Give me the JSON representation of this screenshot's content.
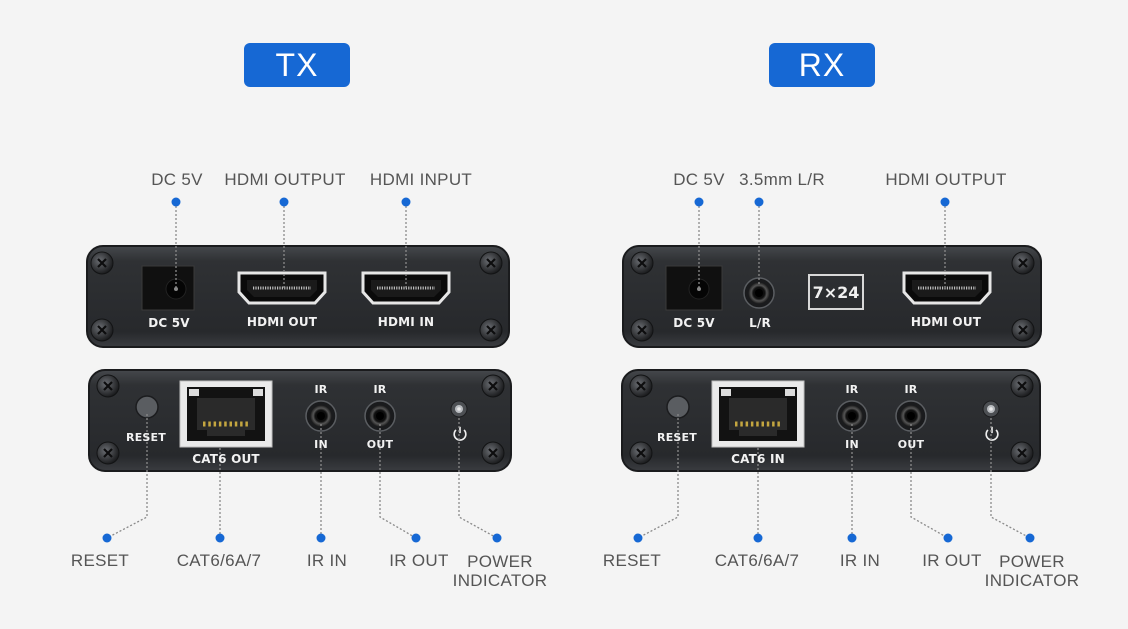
{
  "panels": {
    "tx": {
      "title": "TX",
      "top_callouts": {
        "dc": "DC 5V",
        "hdmi_output": "HDMI OUTPUT",
        "hdmi_input": "HDMI INPUT"
      },
      "front_labels": {
        "dc": "DC 5V",
        "hdmi_out": "HDMI OUT",
        "hdmi_in": "HDMI IN"
      },
      "back_labels": {
        "reset": "RESET",
        "cat6": "CAT6 OUT",
        "ir_in_top": "IR",
        "ir_in_bottom": "IN",
        "ir_out_top": "IR",
        "ir_out_bottom": "OUT"
      },
      "bottom_callouts": {
        "reset": "RESET",
        "cat": "CAT6/6A/7",
        "ir_in": "IR IN",
        "ir_out": "IR OUT",
        "power_line1": "POWER",
        "power_line2": "INDICATOR"
      }
    },
    "rx": {
      "title": "RX",
      "top_callouts": {
        "dc": "DC 5V",
        "audio": "3.5mm L/R",
        "hdmi_output": "HDMI OUTPUT"
      },
      "front_labels": {
        "dc": "DC 5V",
        "lr": "L/R",
        "badge": "7×24",
        "hdmi_out": "HDMI OUT"
      },
      "back_labels": {
        "reset": "RESET",
        "cat6": "CAT6 IN",
        "ir_in_top": "IR",
        "ir_in_bottom": "IN",
        "ir_out_top": "IR",
        "ir_out_bottom": "OUT"
      },
      "bottom_callouts": {
        "reset": "RESET",
        "cat": "CAT6/6A/7",
        "ir_in": "IR IN",
        "ir_out": "IR OUT",
        "power_line1": "POWER",
        "power_line2": "INDICATOR"
      }
    }
  },
  "colors": {
    "accent": "#1668d4",
    "callout_text": "#555555",
    "device_body": "#2b2d30",
    "leader_line": "#888888"
  }
}
